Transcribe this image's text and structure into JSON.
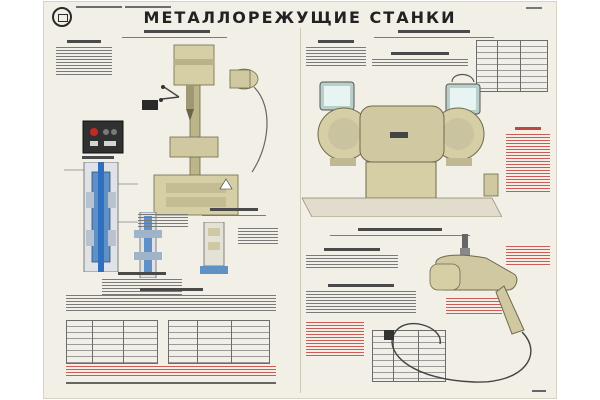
{
  "poster": {
    "title": "МЕТАЛЛОРЕЖУЩИЕ СТАНКИ"
  },
  "colors": {
    "background": "#f2efe6",
    "machine_green": "#cfc8a0",
    "text_red": "#c1463f",
    "cutaway_blue": "#5f91c7"
  },
  "icons": [
    "publisher-logo",
    "drill-press",
    "control-panel",
    "spindle-cutaway",
    "bench-grinder",
    "power-drill",
    "power-cord"
  ]
}
